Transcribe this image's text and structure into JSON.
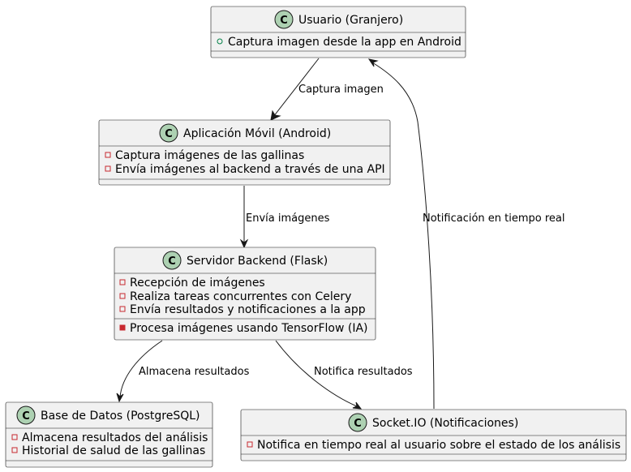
{
  "diagram": {
    "classes": [
      {
        "id": "usuario",
        "stereotype_letter": "C",
        "title": "Usuario (Granjero)",
        "attributes": [
          {
            "visibility": "+",
            "text": "Captura imagen desde la app en Android"
          }
        ],
        "methods": []
      },
      {
        "id": "app",
        "stereotype_letter": "C",
        "title": "Aplicación Móvil (Android)",
        "attributes": [
          {
            "visibility": "-",
            "text": "Captura imágenes de las gallinas"
          },
          {
            "visibility": "-",
            "text": "Envía imágenes al backend a través de una API"
          }
        ],
        "methods": []
      },
      {
        "id": "server",
        "stereotype_letter": "C",
        "title": "Servidor Backend (Flask)",
        "attributes": [
          {
            "visibility": "-",
            "text": "Recepción de imágenes"
          },
          {
            "visibility": "-",
            "text": "Realiza tareas concurrentes con Celery"
          },
          {
            "visibility": "-",
            "text": "Envía resultados y notificaciones a la app"
          }
        ],
        "methods": [
          {
            "visibility": "-",
            "text": "Procesa imágenes usando TensorFlow (IA)"
          }
        ]
      },
      {
        "id": "db",
        "stereotype_letter": "C",
        "title": "Base de Datos (PostgreSQL)",
        "attributes": [
          {
            "visibility": "-",
            "text": "Almacena resultados del análisis"
          },
          {
            "visibility": "-",
            "text": "Historial de salud de las gallinas"
          }
        ],
        "methods": []
      },
      {
        "id": "socket",
        "stereotype_letter": "C",
        "title": "Socket.IO (Notificaciones)",
        "attributes": [
          {
            "visibility": "-",
            "text": "Notifica en tiempo real al usuario sobre el estado de los análisis"
          }
        ],
        "methods": []
      }
    ],
    "edges": [
      {
        "from": "usuario",
        "to": "app",
        "label": "Captura imagen"
      },
      {
        "from": "app",
        "to": "server",
        "label": "Envía imágenes"
      },
      {
        "from": "server",
        "to": "db",
        "label": "Almacena resultados"
      },
      {
        "from": "server",
        "to": "socket",
        "label": "Notifica resultados"
      },
      {
        "from": "socket",
        "to": "usuario",
        "label": "Notificación en tiempo real"
      }
    ]
  },
  "colors": {
    "class_fill": "#f1f1f1",
    "border": "#181818",
    "class_circle": "#add1b2",
    "public_visibility": "#038048",
    "private_visibility": "#c82930"
  }
}
